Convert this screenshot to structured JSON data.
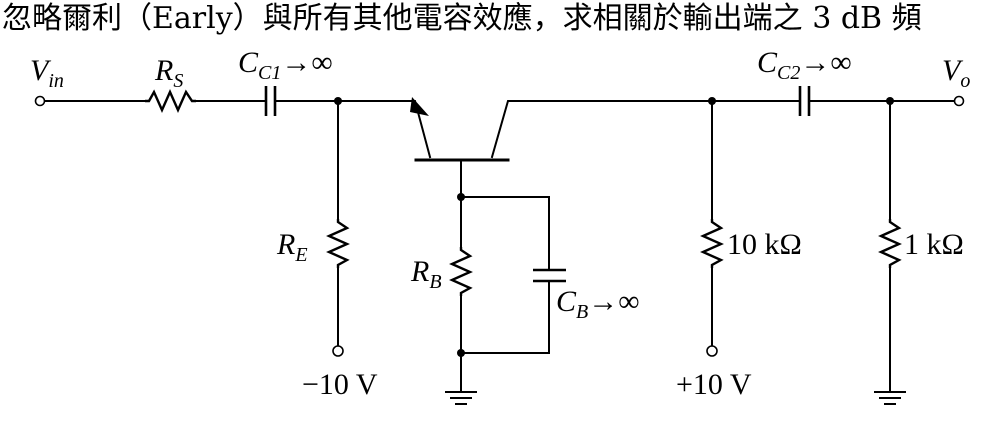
{
  "header": {
    "text": "忽略爾利（Early）與所有其他電容效應，求相關於輸出端之 3 dB 頻"
  },
  "labels": {
    "vin": {
      "main": "V",
      "sub": "in"
    },
    "rs": {
      "main": "R",
      "sub": "S"
    },
    "cc1": {
      "main": "C",
      "sub": "C1",
      "suffix": "→∞"
    },
    "cc2": {
      "main": "C",
      "sub": "C2",
      "suffix": "→∞"
    },
    "vo": {
      "main": "V",
      "sub": "o"
    },
    "re": {
      "main": "R",
      "sub": "E"
    },
    "rb": {
      "main": "R",
      "sub": "B"
    },
    "cb": {
      "main": "C",
      "sub": "B",
      "suffix": "→∞"
    },
    "rc_value": "10 kΩ",
    "rl_value": "1 kΩ",
    "vee": "−10 V",
    "vcc": "+10 V"
  }
}
